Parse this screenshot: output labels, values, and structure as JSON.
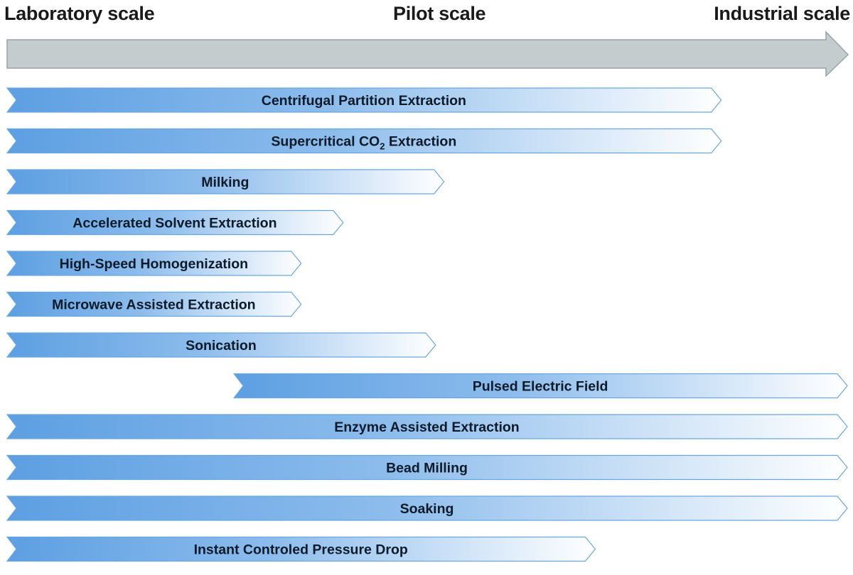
{
  "scale_axis": {
    "lab": "Laboratory scale",
    "pilot": "Pilot scale",
    "industrial": "Industrial scale"
  },
  "colors": {
    "axis_arrow_fill": "#c5ccce",
    "axis_arrow_stroke": "#97a4a8",
    "bar_start": "#5d9fe2",
    "bar_end": "#ffffff",
    "bar_stroke": "#6aa7e0"
  },
  "methods": [
    {
      "label": "Centrifugal Partition Extraction",
      "start": 0.0,
      "end": 0.85
    },
    {
      "label": "Supercritical CO",
      "subscript": "2",
      "label_suffix": " Extraction",
      "start": 0.0,
      "end": 0.85
    },
    {
      "label": "Milking",
      "start": 0.0,
      "end": 0.52
    },
    {
      "label": "Accelerated Solvent Extraction",
      "start": 0.0,
      "end": 0.4
    },
    {
      "label": "High-Speed Homogenization",
      "start": 0.0,
      "end": 0.35
    },
    {
      "label": "Microwave Assisted Extraction",
      "start": 0.0,
      "end": 0.35
    },
    {
      "label": "Sonication",
      "start": 0.0,
      "end": 0.51
    },
    {
      "label": "Pulsed Electric Field",
      "start": 0.27,
      "end": 1.0
    },
    {
      "label": "Enzyme Assisted Extraction",
      "start": 0.0,
      "end": 1.0
    },
    {
      "label": "Bead Milling",
      "start": 0.0,
      "end": 1.0
    },
    {
      "label": "Soaking",
      "start": 0.0,
      "end": 1.0
    },
    {
      "label": "Instant Controled Pressure Drop",
      "start": 0.0,
      "end": 0.7
    }
  ]
}
